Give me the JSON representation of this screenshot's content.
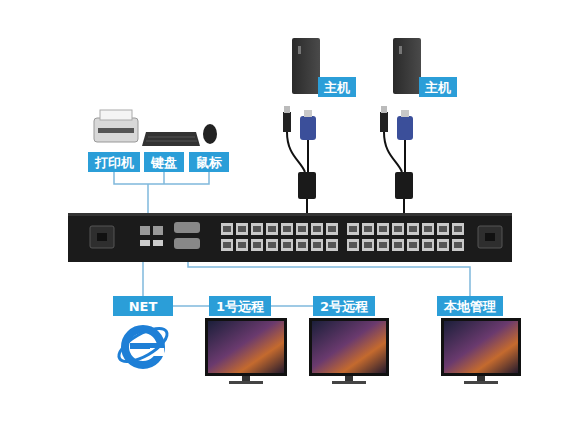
{
  "diagram": {
    "nodes": [
      {
        "text": [
          "打印机"
        ]
      },
      {
        "text": [
          "键盘"
        ]
      },
      {
        "text": [
          "鼠标"
        ]
      },
      {
        "text": [
          "主机"
        ]
      },
      {
        "text": [
          "主机"
        ]
      },
      {
        "text": [
          "NET"
        ]
      },
      {
        "text": [
          "1号远程"
        ]
      },
      {
        "text": [
          "2号远程"
        ]
      },
      {
        "text": [
          "本地管理"
        ]
      }
    ],
    "edges": [
      {
        "from": 5,
        "to": 6,
        "arrow": "none"
      },
      {
        "from": 6,
        "to": 7,
        "arrow": "none"
      }
    ]
  }
}
